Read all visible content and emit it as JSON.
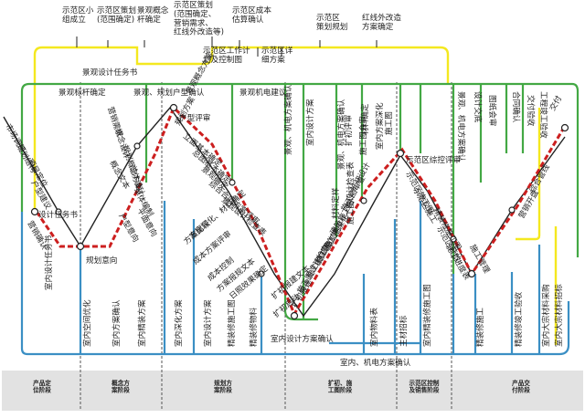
{
  "colors": {
    "background": "#ffffff",
    "yellow_line": "#f4e81f",
    "green_line": "#43a844",
    "blue_line": "#3b8fc4",
    "red_line": "#cc1f1f",
    "black_line": "#222222",
    "phase_band": "#e2e2e2",
    "phase_divider": "#555555"
  },
  "top_labels": {
    "col1": [
      "示范区小",
      "组成立"
    ],
    "col2": [
      "示范区策划",
      "(范围确定)"
    ],
    "col3": [
      "景观概念",
      "杆确定"
    ],
    "col4": [
      "示范区策划",
      "(范围确定、",
      "营销需求、",
      "红线外改造等)"
    ],
    "col5": [
      "示范区成本",
      "估算确认"
    ],
    "col6": [
      "示范区工作计",
      "划及控制图"
    ],
    "col7": [
      "示范区详",
      "细方案"
    ],
    "col8": [
      "示范区",
      "策划规划"
    ],
    "col9": [
      "红线外改造",
      "方案确定"
    ]
  },
  "mid_labels": {
    "task_book": "景观设计任务书",
    "mark_confirm": "景观标杆确定",
    "plan_confirm": "景观、规划户型确认",
    "electro_confirm": "景观机电建议",
    "zone_control": "示范区综控评审"
  },
  "left_labels": {
    "l1": "市场调研",
    "l2": "规划结构",
    "l3": "项目定位",
    "l4": "户型建议",
    "l5": "设计任务书",
    "l6": "营销确认",
    "l7": "规划意向"
  },
  "concept_labels": {
    "c1": "营销需求",
    "c2": "概念设计",
    "c3": "规划概念方案",
    "c4": "总体设计",
    "c5": "概念文本",
    "c6": "单体编制",
    "c7": "户型意向",
    "c8": "平面意向"
  },
  "scheme_labels": {
    "s1": "景观概念方案",
    "s2": "规划方案",
    "s3": "户型评审",
    "s4": "立面基本确定",
    "s5": "总图基本确定",
    "s6": "景观确定",
    "s7": "综合合同方案评审",
    "s8": "景观设计检查表",
    "s9": "方案比较",
    "s10": "成本方案评审",
    "s11": "方案深化、材料确定",
    "s12": "成本控制",
    "s13": "方案报规文本",
    "s14": "日照效果确定",
    "s15": "扩初报建文本",
    "s16": "扩初启动"
  },
  "dev_labels": {
    "d1": "景观、机电方案确认",
    "d2": "室内设计方案",
    "d3": "景观、机电方案确认",
    "d4": "扩初评审",
    "d5": "材料确定",
    "d6": "室内方案深化",
    "d7": "施工图",
    "d8": "施工图会审",
    "d9": "材料定样",
    "d10": "施工图设计检查表",
    "d11": "建筑施工图",
    "d12": "施工图深化",
    "d13": "施工图(结构)",
    "d14": "施工图(机电)",
    "d15": "施工图设计检查",
    "d16": "施工图审查",
    "d17": "扩初设计",
    "d18": "扩初报建"
  },
  "late_labels": {
    "t1": "景观、机电方案确认",
    "t2": "设计交底",
    "t3": "图纸会审",
    "t4": "示范区施工图",
    "t5": "示范区施工",
    "t6": "示范区开放",
    "t7": "精装修施工图",
    "t8": "施工进度表",
    "t9": "施工管理",
    "t10": "综合管线",
    "t11": "营销开盘",
    "t12": "交付",
    "t13": "交付验收",
    "t14": "合同确认",
    "t15": "工程竣工验收"
  },
  "bottom_labels": {
    "b1": "室内设计任务书",
    "b2": "室内空间优化",
    "b3": "室内方案确认",
    "b4": "室内精装方案",
    "b5": "室内深化方案",
    "b6": "室内设计方案",
    "b7": "精装修施工图",
    "b8": "精装修物料",
    "b9": "室内设计方案确认",
    "b10": "室内、机电方案确认",
    "b11": "室内物料表",
    "b12": "主材招标",
    "b13": "室内精装修施工图",
    "b14": "精装修施工",
    "b15": "精装修竣工验收",
    "b16": "室内大宗材料采购",
    "b17": "室内大宗材料招标"
  },
  "phases": [
    [
      "产品定",
      "位阶段"
    ],
    [
      "概念方",
      "案阶段"
    ],
    [
      "规划方",
      "案阶段"
    ],
    [
      "扩初、施",
      "工图阶段"
    ],
    [
      "示范区控制",
      "及销售阶段"
    ],
    [
      "产品交",
      "付阶段"
    ]
  ]
}
